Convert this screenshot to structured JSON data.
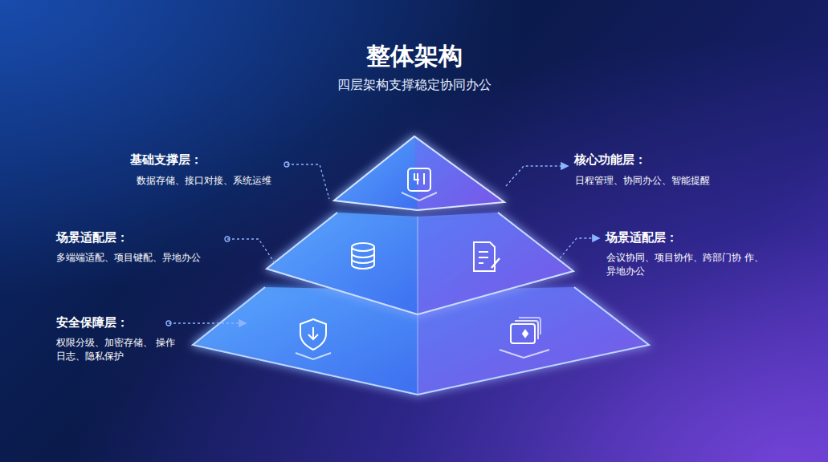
{
  "diagram": {
    "title": "整体架构",
    "labels": [
      "四层架构支撑稳定协同办公",
      "基础支撑层：",
      "数据存储、接口对接、系统运维",
      "核心功能层：",
      "日程管理、协同办公、智能提醒",
      "场景适配层：",
      "多端端适配、项目键配、异地办公",
      "场景适配层：",
      "会议协同、项目协作、跨部门协 作、异地办公",
      "安全保障层：",
      "权限分级、加密存储、 操作日志、隐私保护"
    ]
  }
}
